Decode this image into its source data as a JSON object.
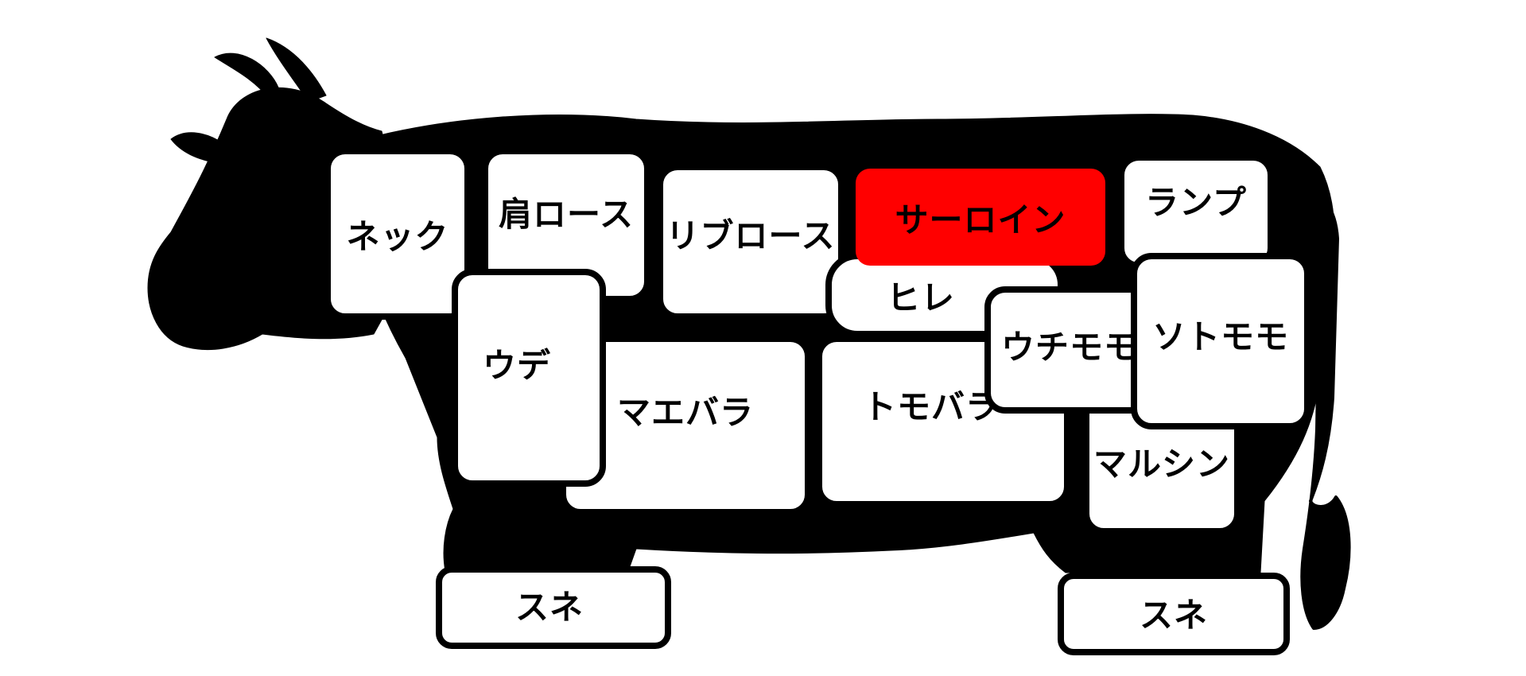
{
  "diagram": {
    "selected_cut": "sirloin",
    "colors": {
      "silhouette": "#000000",
      "panel": "#ffffff",
      "highlight": "#ff0000",
      "text": "#000000"
    },
    "cuts": {
      "neck": "ネック",
      "chuck_roll": "肩ロース",
      "rib_roll": "リブロース",
      "sirloin": "サーロイン",
      "rump": "ランプ",
      "tenderloin": "ヒレ",
      "shoulder_clod": "ウデ",
      "brisket": "マエバラ",
      "short_plate": "トモバラ",
      "top_round": "ウチモモ",
      "outside_round": "ソトモモ",
      "knuckle": "マルシン",
      "shin_front": "スネ",
      "shin_hind": "スネ"
    }
  }
}
